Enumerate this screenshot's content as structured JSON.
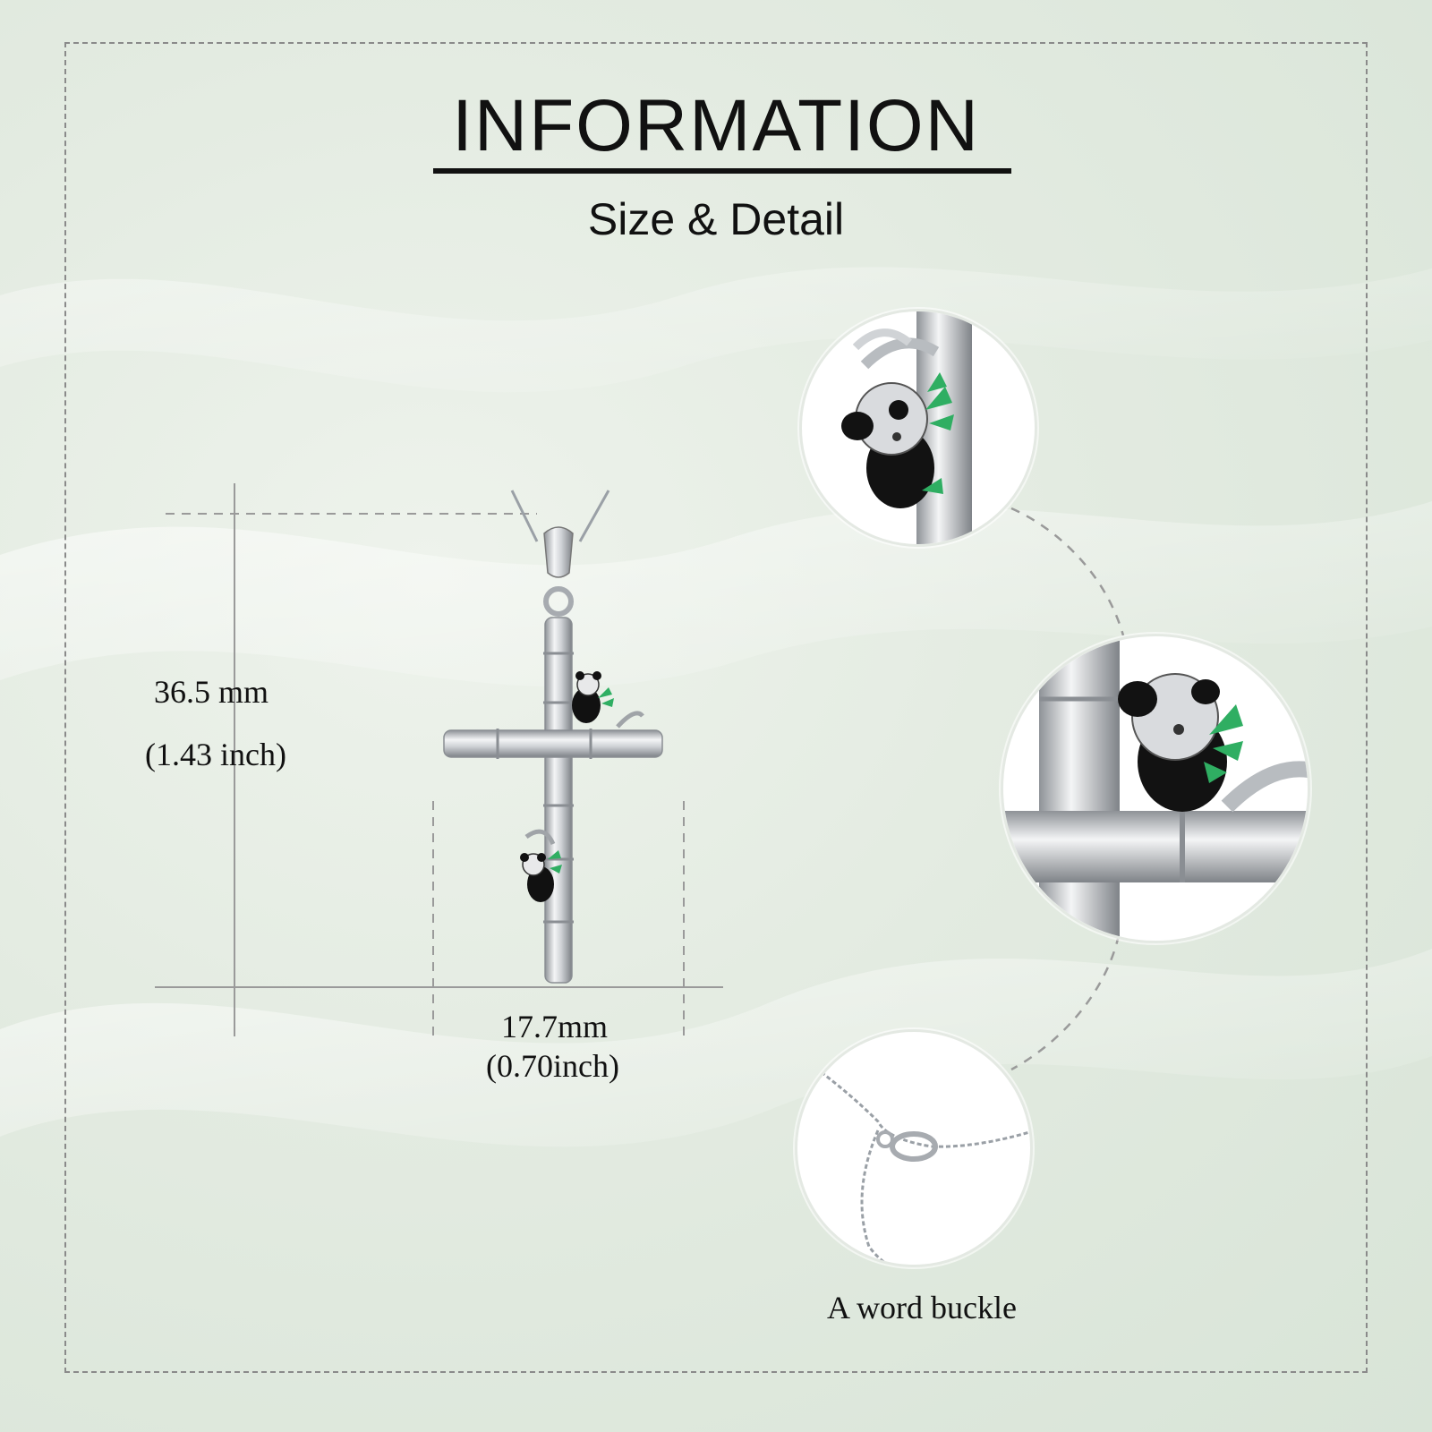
{
  "header": {
    "title": "INFORMATION",
    "subtitle": "Size & Detail"
  },
  "dimensions": {
    "height_mm": "36.5 mm",
    "height_inch": "(1.43 inch)",
    "width_mm": "17.7mm",
    "width_inch": "(0.70inch)"
  },
  "details": {
    "clasp_caption": "A word buckle"
  },
  "colors": {
    "text": "#111111",
    "silver": "#c9ccd0",
    "enamel_black": "#121212",
    "enamel_green": "#2fae62",
    "guide_lines": "#9a9a9a"
  }
}
